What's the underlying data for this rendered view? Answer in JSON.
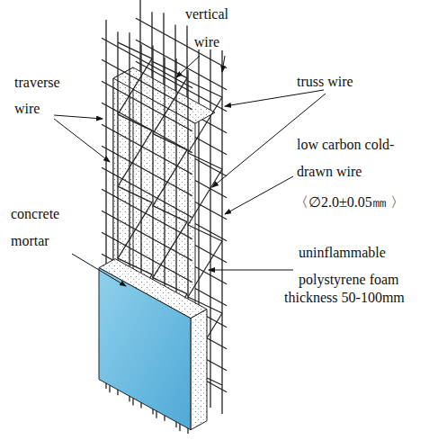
{
  "diagram": {
    "labels": [
      "vertical wire",
      "traverse wire",
      "truss wire",
      "low carbon cold-drawn wire",
      "〈∅2.0±0.05㎜ 〉",
      "concrete mortar",
      "uninflammable polystyrene foam",
      "thickness 50-100mm"
    ]
  }
}
